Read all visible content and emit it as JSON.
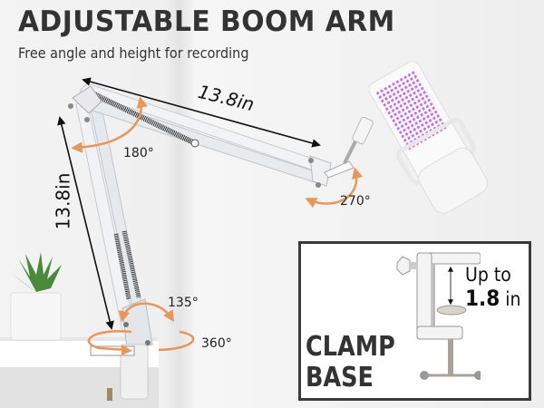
{
  "header": {
    "title": "ADJUSTABLE BOOM ARM",
    "subtitle": "Free angle and height for recording"
  },
  "dimensions": {
    "upper_arm": "13.8in",
    "lower_arm": "13.8in"
  },
  "angles": {
    "top_joint": "180°",
    "mic_joint": "270°",
    "base_tilt": "135°",
    "base_rotation": "360°"
  },
  "clamp": {
    "title_line1": "CLAMP",
    "title_line2": "BASE",
    "capacity_prefix": "Up to",
    "capacity_value": "1.8",
    "capacity_unit": "in"
  },
  "colors": {
    "text": "#333333",
    "angle_arrow": "#e8965a",
    "box_border": "#3a3a3a",
    "arm": "#eef0f2"
  }
}
